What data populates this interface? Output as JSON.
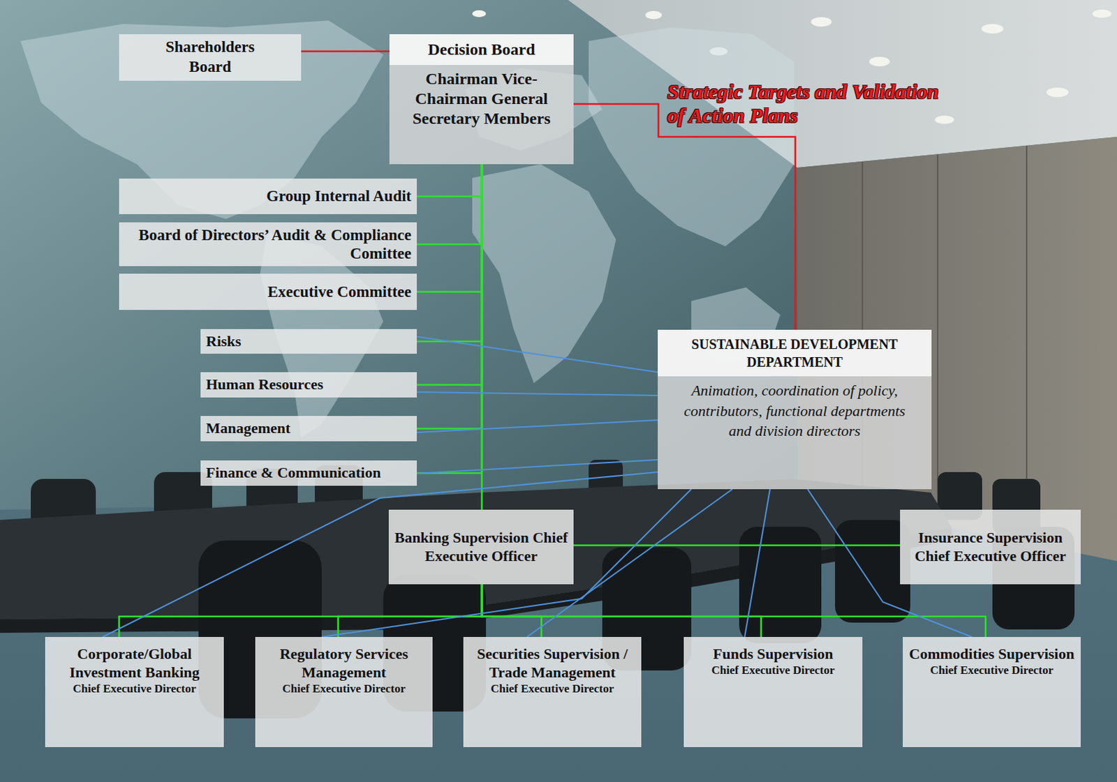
{
  "diagram": {
    "nodes": [
      {
        "text": [
          "Shareholders Board"
        ]
      },
      {
        "text": [
          "Decision Board",
          "Chairman Vice-Chairman General Secretary Members"
        ]
      },
      {
        "text": [
          "Group Internal Audit"
        ]
      },
      {
        "text": [
          "Board of Directors’ Audit & Compliance Comittee"
        ]
      },
      {
        "text": [
          "Executive Committee"
        ]
      },
      {
        "text": [
          "Risks"
        ]
      },
      {
        "text": [
          "Human Resources"
        ]
      },
      {
        "text": [
          "Management"
        ]
      },
      {
        "text": [
          "Finance & Communication"
        ]
      },
      {
        "text": [
          "SUSTAINABLE DEVELOPMENT DEPARTMENT",
          "Animation, coordination of policy, contributors, functional departments and division directors"
        ]
      },
      {
        "text": [
          "Banking Supervision Chief Executive Officer"
        ]
      },
      {
        "text": [
          "Insurance Supervision Chief Executive Officer"
        ]
      },
      {
        "text": [
          "Corporate/Global Investment Banking",
          "Chief Executive Director"
        ]
      },
      {
        "text": [
          "Regulatory Services Management",
          "Chief Executive Director"
        ]
      },
      {
        "text": [
          "Securities Supervision / Trade Management",
          "Chief Executive Director"
        ]
      },
      {
        "text": [
          "Funds Supervision",
          "Chief Executive Director"
        ]
      },
      {
        "text": [
          "Commodities Supervision",
          "Chief Executive Director"
        ]
      }
    ],
    "edges": [
      {
        "from": 0,
        "to": 1,
        "arrow": "none"
      },
      {
        "from": 1,
        "to": 9,
        "label": "Strategic Targets and Validation of Action Plans",
        "arrow": "none"
      },
      {
        "from": 1,
        "to": 2,
        "arrow": "none"
      },
      {
        "from": 1,
        "to": 3,
        "arrow": "none"
      },
      {
        "from": 1,
        "to": 4,
        "arrow": "none"
      },
      {
        "from": 1,
        "to": 5,
        "arrow": "none"
      },
      {
        "from": 1,
        "to": 6,
        "arrow": "none"
      },
      {
        "from": 1,
        "to": 7,
        "arrow": "none"
      },
      {
        "from": 1,
        "to": 8,
        "arrow": "none"
      },
      {
        "from": 1,
        "to": 10,
        "arrow": "none"
      },
      {
        "from": 10,
        "to": 11,
        "arrow": "none"
      },
      {
        "from": 10,
        "to": 12,
        "arrow": "none"
      },
      {
        "from": 10,
        "to": 13,
        "arrow": "none"
      },
      {
        "from": 10,
        "to": 14,
        "arrow": "none"
      },
      {
        "from": 10,
        "to": 15,
        "arrow": "none"
      },
      {
        "from": 10,
        "to": 16,
        "arrow": "none"
      },
      {
        "from": 9,
        "to": 5,
        "arrow": "none"
      },
      {
        "from": 9,
        "to": 6,
        "arrow": "none"
      },
      {
        "from": 9,
        "to": 7,
        "arrow": "none"
      },
      {
        "from": 9,
        "to": 8,
        "arrow": "none"
      },
      {
        "from": 9,
        "to": 12,
        "arrow": "none"
      },
      {
        "from": 9,
        "to": 13,
        "arrow": "none"
      },
      {
        "from": 9,
        "to": 14,
        "arrow": "none"
      },
      {
        "from": 9,
        "to": 15,
        "arrow": "none"
      },
      {
        "from": 9,
        "to": 16,
        "arrow": "none"
      }
    ]
  }
}
